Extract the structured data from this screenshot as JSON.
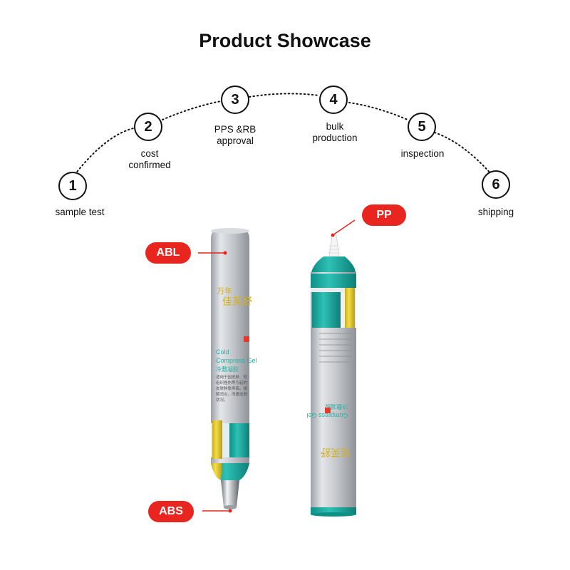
{
  "title": "Product Showcase",
  "steps": [
    {
      "number": "1",
      "label": "sample test"
    },
    {
      "number": "2",
      "label": "cost\nconfirmed"
    },
    {
      "number": "3",
      "label": "PPS &RB\napproval"
    },
    {
      "number": "4",
      "label": "bulk\nproduction"
    },
    {
      "number": "5",
      "label": "inspection"
    },
    {
      "number": "6",
      "label": "shipping"
    }
  ],
  "tags": {
    "abl": "ABL",
    "abs": "ABS",
    "pp": "PP"
  },
  "tube_left": {
    "brand": "万年",
    "brand_cn": "佳芙舒",
    "product_en_1": "Cold",
    "product_en_2": "Compress Gel",
    "product_cn": "冷敷凝胶",
    "body_text": "适用于因皮肤、软组织挫伤等引起的皮肤肿胀疼痛。缓解消炎，改善皮肤状况。"
  },
  "tube_right": {
    "brand_cn": "佳芙舒",
    "product_en_2": "Compress Gel",
    "product_cn": "冷敷凝胶"
  },
  "colors": {
    "tag_red": "#e8251f",
    "teal": "#1fa9a0",
    "yellow": "#e6cc2c",
    "silver": "#c9ccd0"
  }
}
